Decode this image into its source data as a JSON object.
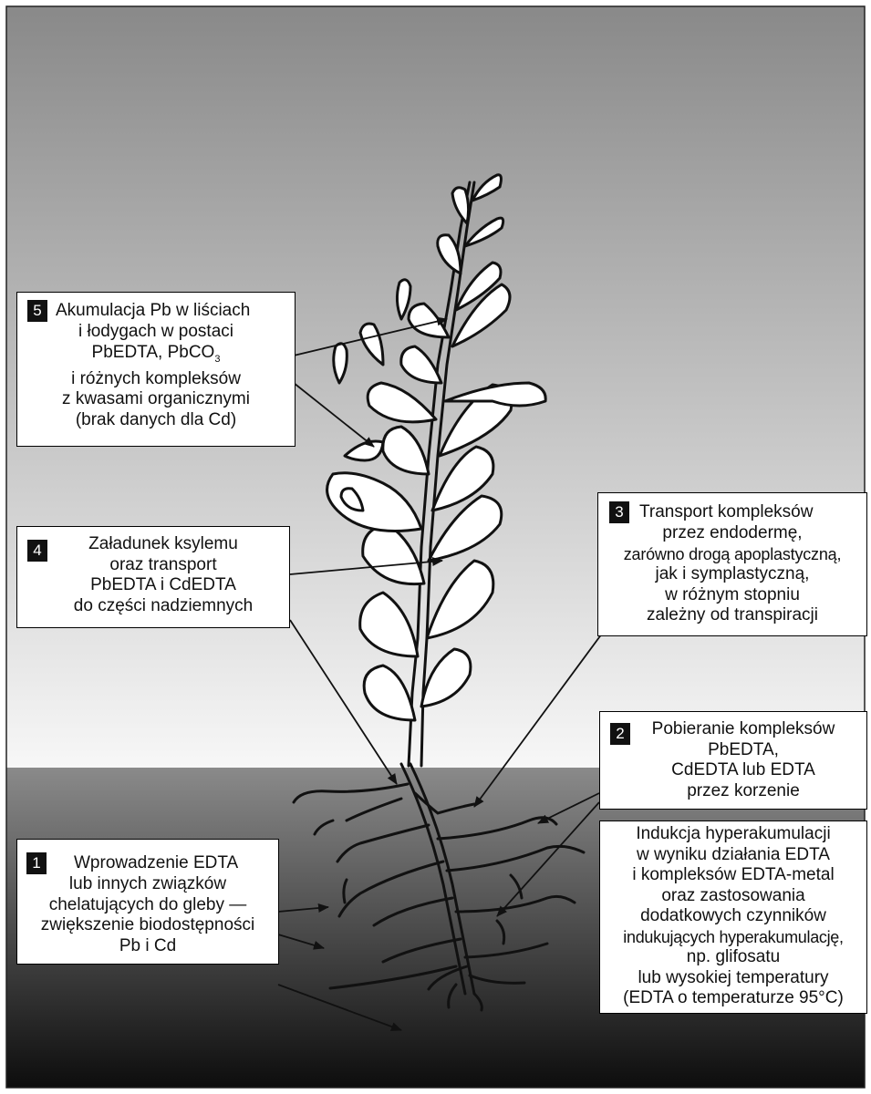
{
  "colors": {
    "sky_top": "#898989",
    "sky_bottom": "#f7f7f7",
    "soil_top": "#8a8a8a",
    "soil_bottom": "#0d0d0d",
    "badge": "#111111",
    "plant_fill": "#ffffff",
    "plant_outline": "#111111"
  },
  "icons": [
    "plant-illustration",
    "root-system",
    "arrow"
  ],
  "boxes": {
    "box1": {
      "number": "1",
      "lines": [
        "Wprowadzenie EDTA",
        "lub innych związków",
        "chelatujących do gleby —",
        "zwiększenie biodostępności",
        "Pb i Cd"
      ]
    },
    "box2": {
      "number": "2",
      "lines": [
        "Pobieranie kompleksów",
        "PbEDTA,",
        "CdEDTA lub EDTA",
        "przez korzenie"
      ]
    },
    "box3": {
      "number": "3",
      "lines": [
        "Transport kompleksów",
        "przez endodermę,",
        "zarówno drogą apoplastyczną,",
        "jak i symplastyczną,",
        "w różnym stopniu",
        "zależny od transpiracji"
      ]
    },
    "box4": {
      "number": "4",
      "lines": [
        "Załadunek ksylemu",
        "oraz transport",
        "PbEDTA i CdEDTA",
        "do części nadziemnych"
      ]
    },
    "box5": {
      "number": "5",
      "lines": [
        "Akumulacja Pb w liściach",
        "i łodygach w postaci",
        "PbEDTA, PbCO",
        "i różnych kompleksów",
        "z kwasami organicznymi",
        "(brak danych dla Cd)"
      ],
      "subscript": "3"
    },
    "box6": {
      "lines": [
        "Indukcja hyperakumulacji",
        "w wyniku działania EDTA",
        "i kompleksów EDTA-metal",
        "oraz zastosowania",
        "dodatkowych czynników",
        "indukujących hyperakumulację,",
        "np. glifosatu",
        "lub wysokiej temperatury",
        "(EDTA o temperaturze 95°C)"
      ]
    }
  }
}
